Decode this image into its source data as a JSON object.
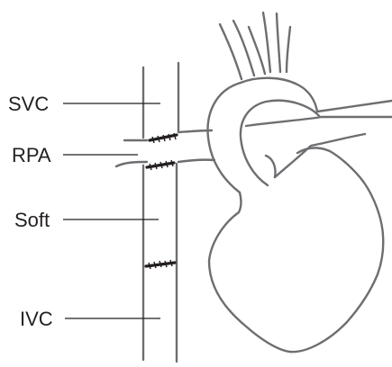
{
  "labels": {
    "svc": "SVC",
    "rpa": "RPA",
    "soft": "Soft",
    "ivc": "IVC"
  },
  "colors": {
    "outline": "#6d6e71",
    "text": "#231f20",
    "suture": "#231f20",
    "background": "#ffffff"
  }
}
